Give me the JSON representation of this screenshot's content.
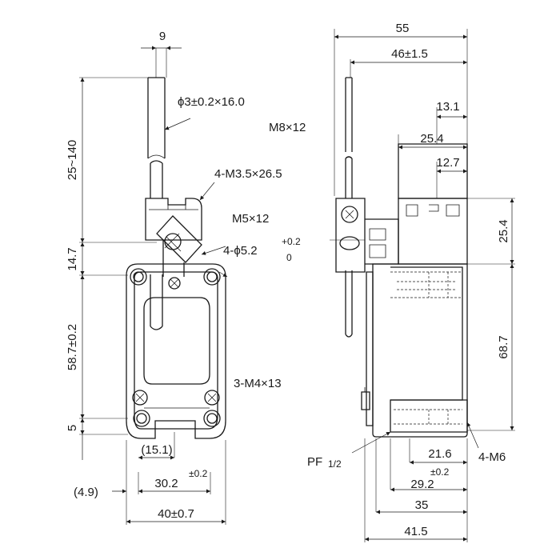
{
  "labels": {
    "d_9": "9",
    "d_lever": "ϕ3±0.2×16.0",
    "d_25_140": "25~140",
    "d_4m35": "4-M3.5×26.5",
    "d_m5": "M5×12",
    "d_147": "14.7",
    "d_4phi": "4-ϕ5.2",
    "d_tol_plus": "+0.2",
    "d_tol_zero": "0",
    "d_587": "58.7±0.2",
    "d_3m4": "3-M4×13",
    "d_5": "5",
    "d_151": "(15.1)",
    "d_302": "30.2",
    "d_02a": "±0.2",
    "d_49": "(4.9)",
    "d_40": "40±0.7",
    "d_55": "55",
    "d_46": "46±1.5",
    "d_m8": "M8×12",
    "d_131": "13.1",
    "d_254a": "25.4",
    "d_127": "12.7",
    "d_254b": "25.4",
    "d_687": "68.7",
    "d_pf": "PF",
    "d_pf_frac": "1/2",
    "d_216": "21.6",
    "d_02b": "±0.2",
    "d_4m6": "4-M6",
    "d_292": "29.2",
    "d_35": "35",
    "d_415": "41.5"
  }
}
